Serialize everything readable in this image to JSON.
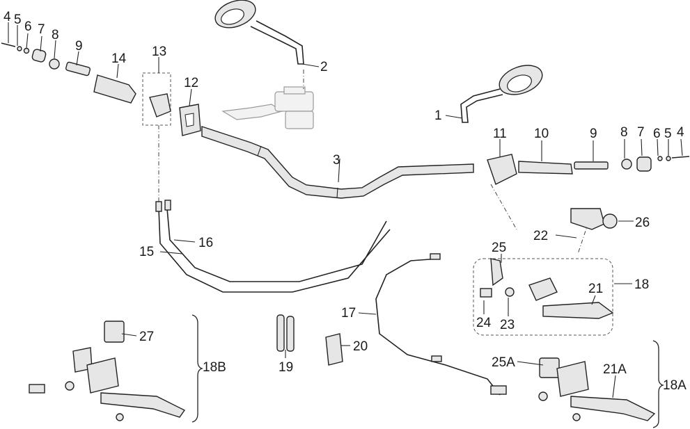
{
  "callouts": {
    "c4_left": "4",
    "c5_left": "5",
    "c6_left": "6",
    "c7_left": "7",
    "c8_left": "8",
    "c9_left": "9",
    "c14": "14",
    "c13": "13",
    "c12": "12",
    "c2": "2",
    "c1": "1",
    "c3": "3",
    "c11": "11",
    "c10": "10",
    "c9_right": "9",
    "c8_right": "8",
    "c7_right": "7",
    "c6_right": "6",
    "c5_right": "5",
    "c4_right": "4",
    "c26": "26",
    "c22": "22",
    "c25": "25",
    "c18": "18",
    "c21": "21",
    "c16": "16",
    "c15": "15",
    "c17": "17",
    "c24": "24",
    "c23": "23",
    "c27": "27",
    "c18B": "18B",
    "c19": "19",
    "c20": "20",
    "c25A": "25A",
    "c21A": "21A",
    "c18A": "18A"
  }
}
